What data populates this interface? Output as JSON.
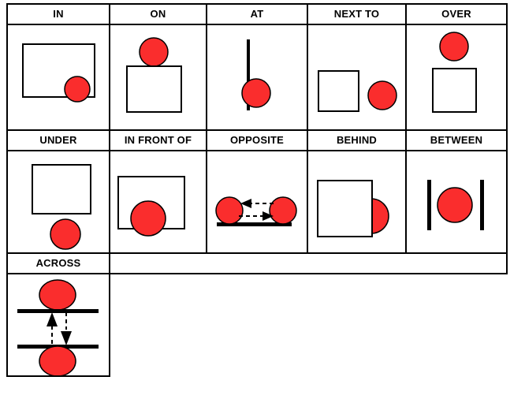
{
  "figure": {
    "title": "Spatial preposition illustrations grid",
    "colors": {
      "shape_fill": "#FA2D2D",
      "shape_outline": "#000000",
      "table_border": "#000000",
      "background": "#FFFFFF",
      "text": "#000000"
    },
    "rows": [
      {
        "cells": [
          {
            "label": "IN",
            "icon": "circle-inside-rectangle-icon",
            "description": "red circle inside a rectangle, lower right"
          },
          {
            "label": "ON",
            "icon": "circle-on-top-of-square-icon",
            "description": "red circle resting on top edge of a square"
          },
          {
            "label": "AT",
            "icon": "circle-at-vertical-bar-icon",
            "description": "red circle touching a vertical black bar"
          },
          {
            "label": "NEXT TO",
            "icon": "circle-beside-square-icon",
            "description": "red circle to the right of a square"
          },
          {
            "label": "OVER",
            "icon": "circle-above-square-icon",
            "description": "red circle floating above a square"
          }
        ]
      },
      {
        "cells": [
          {
            "label": "UNDER",
            "icon": "circle-below-square-icon",
            "description": "red circle below a square"
          },
          {
            "label": "IN FRONT OF",
            "icon": "circle-overlapping-square-front-icon",
            "description": "red circle drawn in front of a rectangle"
          },
          {
            "label": "OPPOSITE",
            "icon": "two-circles-facing-arrows-icon",
            "description": "two red circles on a baseline with dashed arrows pointing at each other"
          },
          {
            "label": "BEHIND",
            "icon": "circle-occluded-by-square-icon",
            "description": "red circle partly hidden behind a square"
          },
          {
            "label": "BETWEEN",
            "icon": "circle-between-two-bars-icon",
            "description": "red circle between two vertical black bars"
          }
        ]
      },
      {
        "cells": [
          {
            "label": "ACROSS",
            "icon": "circles-across-two-bars-icon",
            "description": "red circles above and below two horizontal bars with dashed up and down arrows"
          }
        ]
      }
    ]
  }
}
